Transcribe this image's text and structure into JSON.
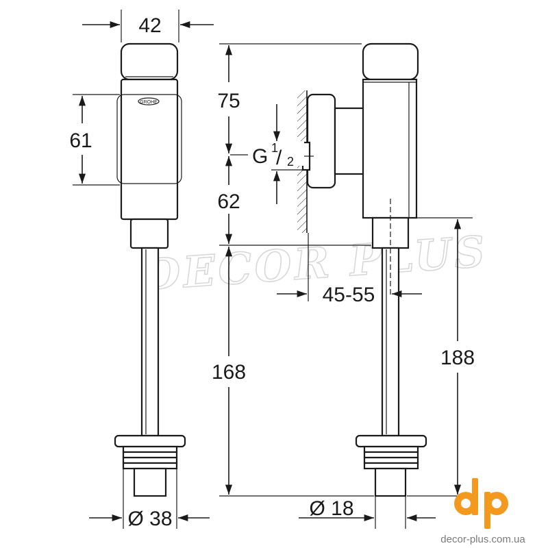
{
  "dimensions": {
    "width_top": "42",
    "height_front": "61",
    "height_upper": "75",
    "height_lower": "62",
    "thread_g": "G",
    "thread_num": "1",
    "thread_den": "2",
    "offset": "45-55",
    "pipe_length": "168",
    "total_height": "188",
    "base_diameter": "Ø 38",
    "pipe_diameter": "Ø 18"
  },
  "brand_mark": "GROHE",
  "watermark": "DECOR PLUS",
  "logo": {
    "mark": "dp",
    "website": "decor-plus.com.ua",
    "color": "#f39a1e"
  }
}
